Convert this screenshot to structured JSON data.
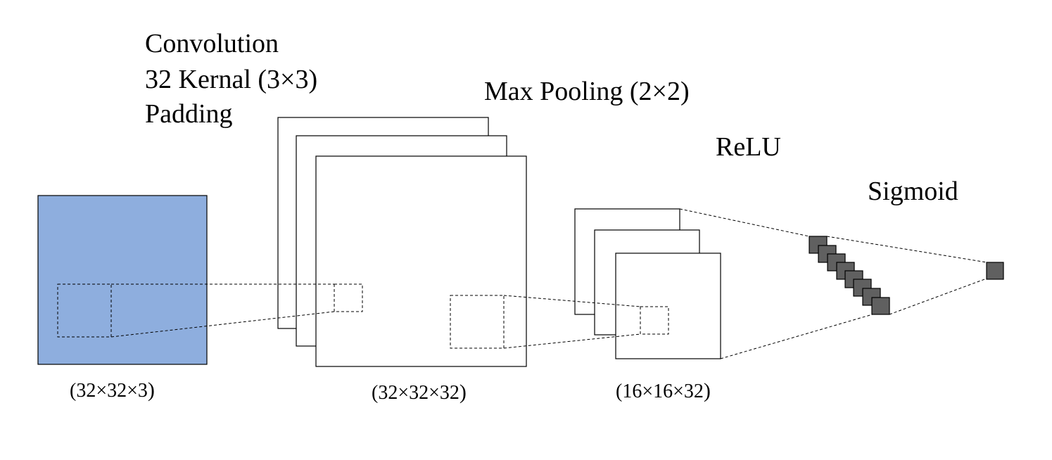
{
  "labels": {
    "conv_line1": "Convolution",
    "conv_line2": "32 Kernal (3×3)",
    "conv_line3": "Padding",
    "pool": "Max Pooling (2×2)",
    "relu": "ReLU",
    "sigmoid": "Sigmoid"
  },
  "dims": {
    "input": "(32×32×3",
    "conv": "(32×32×32",
    "pool": "(16×16×32",
    "close_paren": ")"
  },
  "colors": {
    "input_fill": "#8eaede",
    "neuron_fill": "#606060",
    "stroke": "#000000"
  }
}
